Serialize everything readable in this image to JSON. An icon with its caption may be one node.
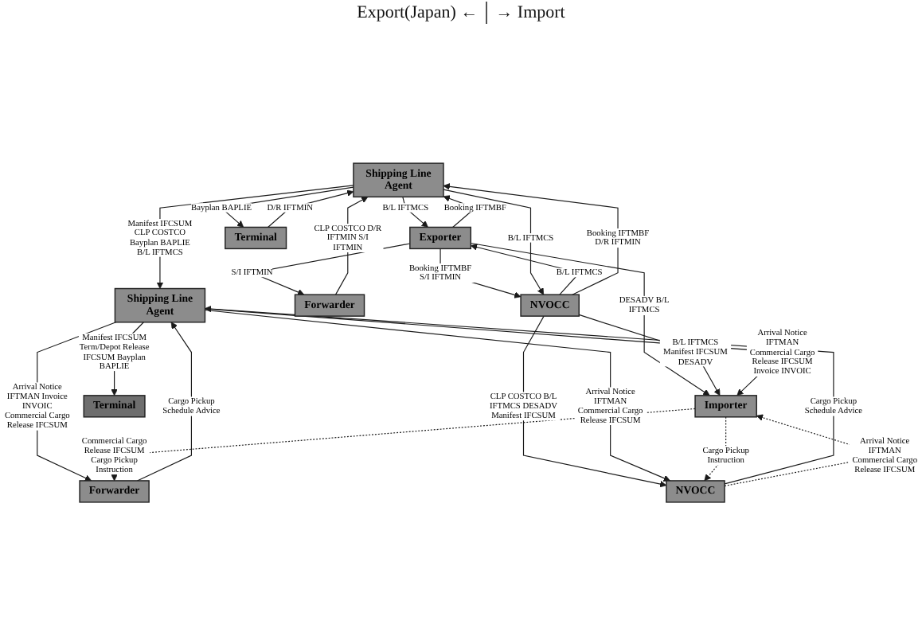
{
  "diagram": {
    "nodes": [
      {
        "text": [
          "Forwarder"
        ]
      },
      {
        "text": [
          "Forwarder"
        ]
      },
      {
        "text": [
          "Exporter"
        ]
      },
      {
        "text": [
          "Importer"
        ]
      },
      {
        "text": [
          "Shipping Line Agent"
        ]
      },
      {
        "text": [
          "Shipping Line Agent"
        ]
      },
      {
        "text": [
          "Terminal"
        ]
      },
      {
        "text": [
          "Terminal"
        ]
      },
      {
        "text": [
          "NVOCC"
        ]
      },
      {
        "text": [
          "NVOCC"
        ]
      }
    ],
    "edges": [
      {
        "from": 2,
        "to": 0,
        "arrow": "to",
        "label": "S/I IFTMIN"
      },
      {
        "from": 0,
        "to": 4,
        "arrow": "to",
        "label": "CLP COSTCO D/R IFTMIN S/I IFTMIN"
      },
      {
        "from": 2,
        "to": 3,
        "arrow": "to",
        "label": "DESADV B/L IFTMCS"
      },
      {
        "from": 2,
        "to": 4,
        "arrow": "to",
        "label": "Booking IFTMBF"
      },
      {
        "from": 4,
        "to": 2,
        "arrow": "to",
        "label": "B/L IFTMCS"
      },
      {
        "from": 2,
        "to": 8,
        "arrow": "to",
        "label": "Booking IFTMBF S/I IFTMIN"
      },
      {
        "from": 8,
        "to": 2,
        "arrow": "to",
        "label": "B/L IFTMCS"
      },
      {
        "from": 4,
        "to": 8,
        "arrow": "to",
        "label": "B/L IFTMCS"
      },
      {
        "from": 8,
        "to": 4,
        "arrow": "to",
        "label": "Booking IFTMBF D/R IFTMIN"
      },
      {
        "from": 6,
        "to": 4,
        "arrow": "to",
        "label": "D/R IFTMIN"
      },
      {
        "from": 4,
        "to": 6,
        "arrow": "to",
        "label": "Bayplan BAPLIE"
      },
      {
        "from": 4,
        "to": 5,
        "arrow": "to",
        "label": "Manifest IFCSUM CLP COSTCO Bayplan BAPLIE B/L IFTMCS"
      },
      {
        "from": 8,
        "to": 9,
        "arrow": "to",
        "label": "CLP COSTCO B/L IFTMCS DESADV Manifest IFCSUM"
      },
      {
        "from": 8,
        "to": 3,
        "arrow": "to",
        "label": "B/L IFTMCS Manifest IFCSUM DESADV"
      },
      {
        "from": 5,
        "to": 1,
        "arrow": "to",
        "label": "Arrival Notice IFTMAN Invoice INVOIC Commercial Cargo Release IFCSUM"
      },
      {
        "from": 1,
        "to": 5,
        "arrow": "to",
        "label": "Cargo Pickup Schedule Advice"
      },
      {
        "from": 3,
        "to": 1,
        "arrow": "to",
        "label": "Commercial Cargo Release IFCSUM Cargo Pickup Instruction",
        "style": "dashed"
      },
      {
        "from": 5,
        "to": 3,
        "arrow": "to",
        "label": "Arrival Notice IFTMAN Commercial Cargo Release IFCSUM Invoice INVOIC"
      },
      {
        "from": 5,
        "to": 7,
        "arrow": "to",
        "label": "Manifest IFCSUM Term/Depot Release IFCSUM Bayplan BAPLIE"
      },
      {
        "from": 5,
        "to": 9,
        "arrow": "to",
        "label": "Arrival Notice IFTMAN Commercial Cargo Release IFCSUM"
      },
      {
        "from": 9,
        "to": 5,
        "arrow": "to",
        "label": "Cargo Pickup Schedule Advice"
      },
      {
        "from": 3,
        "to": 9,
        "arrow": "to",
        "label": "Cargo Pickup Instruction",
        "style": "dashed"
      },
      {
        "from": 9,
        "to": 3,
        "arrow": "to",
        "label": "Arrival Notice IFTMAN Commercial Cargo Release IFCSUM",
        "style": "dashed"
      }
    ],
    "labels": [
      "Export(Japan) ←",
      "→ Import"
    ]
  }
}
